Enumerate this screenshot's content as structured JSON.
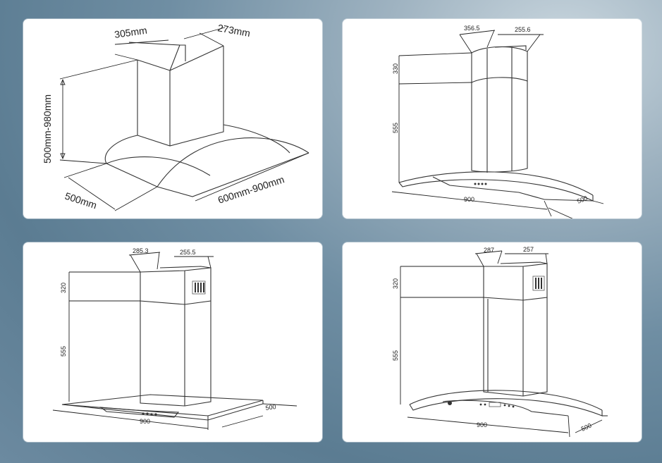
{
  "panels": [
    {
      "id": "generic-hood",
      "labels": {
        "chimney_depth": "305mm",
        "chimney_width": "273mm",
        "height_range": "500mm-980mm",
        "hood_depth": "500mm",
        "hood_width": "600mm-900mm"
      }
    },
    {
      "id": "curved-hood-round-chimney",
      "labels": {
        "chimney_depth": "356.5",
        "chimney_width": "255.6",
        "upper_height": "330",
        "lower_height": "555",
        "hood_width": "900",
        "hood_depth": "500"
      }
    },
    {
      "id": "flat-glass-hood",
      "labels": {
        "chimney_depth": "285.3",
        "chimney_width": "255.5",
        "upper_height": "320",
        "lower_height": "555",
        "hood_width": "900",
        "hood_depth": "500"
      }
    },
    {
      "id": "curved-glass-hood",
      "labels": {
        "chimney_depth": "287",
        "chimney_width": "257",
        "upper_height": "320",
        "lower_height": "555",
        "hood_width": "900",
        "hood_depth": "500"
      }
    }
  ]
}
